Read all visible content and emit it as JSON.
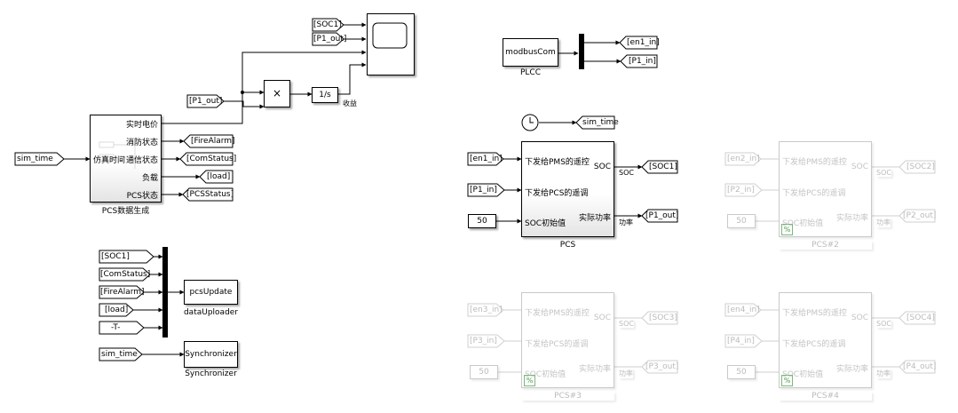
{
  "diagram": {
    "left_area": {
      "sim_time_source": "sim_time",
      "p1_out_from": "[P1_out]",
      "scope_soc1_from": "[SOC1]",
      "scope_p1out_from": "[P1_out]",
      "multiply_symbol": "×",
      "integrator_label": "1/s",
      "integrator_caption": "收益",
      "pcs_data_block": {
        "title": "PCS数据生成",
        "input_label": "仿真时间",
        "outputs": [
          "实时电价",
          "消防状态",
          "通信状态",
          "负载",
          "PCS状态"
        ]
      },
      "goto_tags": [
        "[FireAlarm]",
        "[ComStatus]",
        "[load]",
        "[PCSStatus]"
      ],
      "uploader_from_tags": [
        "[SOC1]",
        "[ComStatus]",
        "[FireAlarm]",
        "[load]",
        "-T-"
      ],
      "pcs_update_label": "pcsUpdate",
      "data_uploader_caption": "dataUploader",
      "sync_from": "sim_time",
      "sync_label": "Synchronizer",
      "sync_caption": "Synchronizer"
    },
    "plc_area": {
      "modbus_label": "modbusCom",
      "plcc_caption": "PLCC",
      "goto_tags": [
        "[en1_in]",
        "[P1_in]"
      ],
      "clock_goto": "sim_time"
    },
    "pcs_blocks": [
      {
        "caption": "PCS",
        "inputs": [
          "[en1_in]",
          "[P1_in]",
          "50"
        ],
        "port_labels": [
          "下发给PMS的遥控",
          "下发给PCS的遥调",
          "SOC初始值"
        ],
        "out_labels": [
          "SOC",
          "实际功率"
        ],
        "signal_labels": [
          "SOC",
          "功率"
        ],
        "outputs": [
          "[SOC1]",
          "[P1_out]"
        ],
        "badge": ""
      },
      {
        "caption": "PCS#2",
        "inputs": [
          "[en2_in]",
          "[P2_in]",
          "50"
        ],
        "port_labels": [
          "下发给PMS的遥控",
          "下发给PCS的遥调",
          "SOC初始值"
        ],
        "out_labels": [
          "SOC",
          "实际功率"
        ],
        "signal_labels": [
          "SOC",
          "功率"
        ],
        "outputs": [
          "[SOC2]",
          "[P2_out]"
        ],
        "badge": "%"
      },
      {
        "caption": "PCS#3",
        "inputs": [
          "[en3_in]",
          "[P3_in]",
          "50"
        ],
        "port_labels": [
          "下发给PMS的遥控",
          "下发给PCS的遥调",
          "SOC初始值"
        ],
        "out_labels": [
          "SOC",
          "实际功率"
        ],
        "signal_labels": [
          "SOC",
          "功率"
        ],
        "outputs": [
          "[SOC3]",
          "[P3_out]"
        ],
        "badge": "%"
      },
      {
        "caption": "PCS#4",
        "inputs": [
          "[en4_in]",
          "[P4_in]",
          "50"
        ],
        "port_labels": [
          "下发给PMS的遥控",
          "下发给PCS的遥调",
          "SOC初始值"
        ],
        "out_labels": [
          "SOC",
          "实际功率"
        ],
        "signal_labels": [
          "SOC",
          "功率"
        ],
        "outputs": [
          "[SOC4]",
          "[P4_out]"
        ],
        "badge": "%"
      }
    ]
  }
}
